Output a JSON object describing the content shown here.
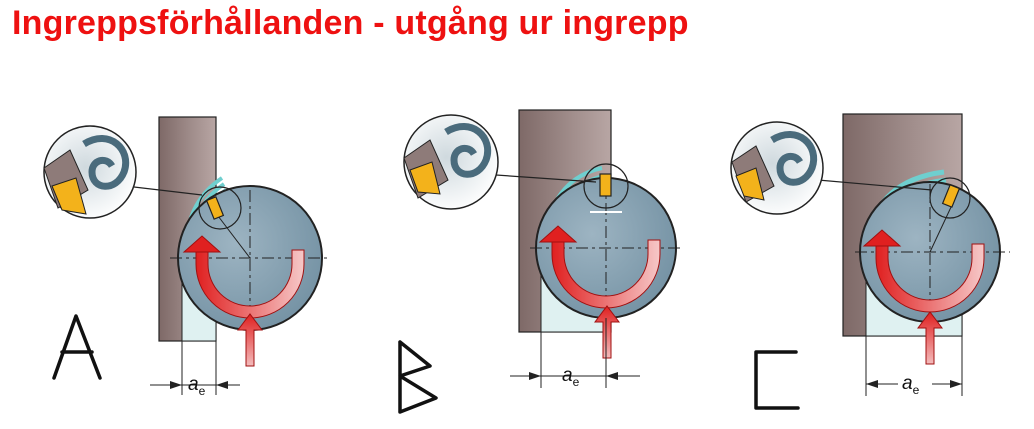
{
  "title": "Ingreppsförhållanden - utgång ur ingrepp",
  "colors": {
    "title": "#ee1111",
    "workpiece": "#9a8684",
    "cutter": "#8aa3b2",
    "insert": "#f3b21b",
    "chip": "#9fdede",
    "arrow": "#e02020"
  },
  "panels": [
    {
      "letter": "A",
      "dimension": "a",
      "dimension_sub": "e"
    },
    {
      "letter": "B",
      "dimension": "a",
      "dimension_sub": "e"
    },
    {
      "letter": "C",
      "dimension": "a",
      "dimension_sub": "e"
    }
  ]
}
